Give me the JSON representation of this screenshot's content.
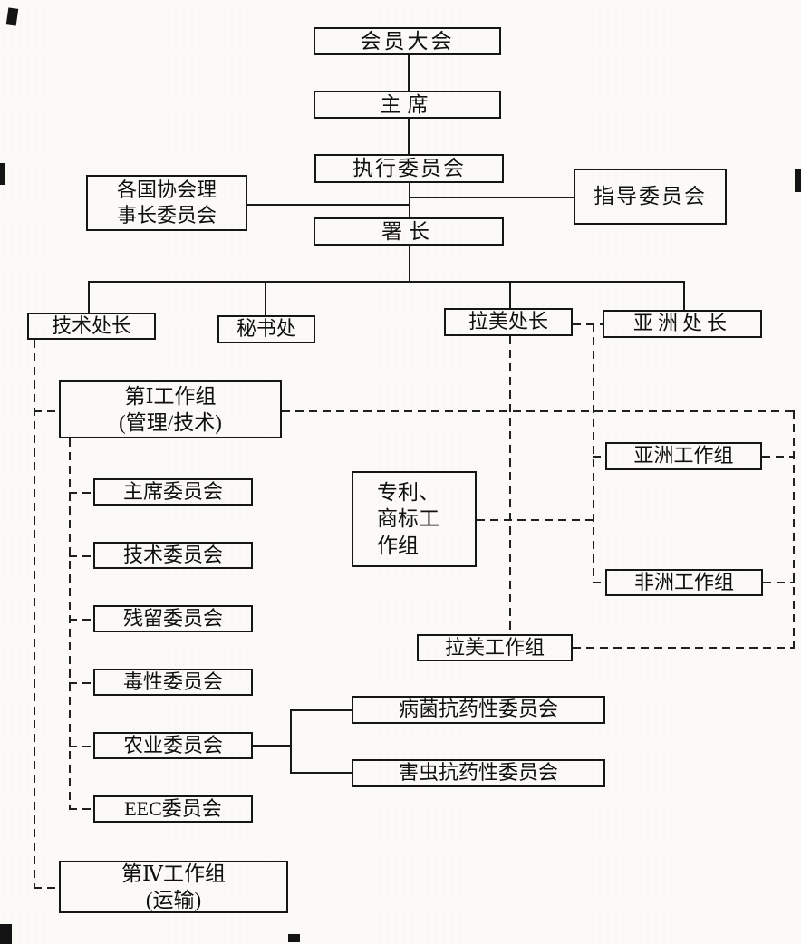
{
  "figure": {
    "type": "organization-chart",
    "background": "#fbfaf6",
    "line_color": "#191919",
    "box_border_color": "#161616",
    "text_color": "#101010"
  },
  "chart": {
    "nodes": {
      "member_assembly": {
        "label": "会员大会"
      },
      "chairman": {
        "label": "主席"
      },
      "executive_committee": {
        "label": "执行委员会"
      },
      "national_presidents_committee": {
        "label": "各国协会理\n事长委员会"
      },
      "steering_committee": {
        "label": "指导委员会"
      },
      "director_general": {
        "label": "署长"
      },
      "technical_director": {
        "label": "技术处长"
      },
      "secretariat": {
        "label": "秘书处"
      },
      "latin_america_director": {
        "label": "拉美处长"
      },
      "asia_director": {
        "label": "亚洲处长"
      },
      "working_group_1": {
        "label": "第Ⅰ工作组\n(管理/技术)"
      },
      "chairman_committee": {
        "label": "主席委员会"
      },
      "technical_committee": {
        "label": "技术委员会"
      },
      "residue_committee": {
        "label": "残留委员会"
      },
      "toxicity_committee": {
        "label": "毒性委员会"
      },
      "agriculture_committee": {
        "label": "农业委员会"
      },
      "eec_committee": {
        "label": "EEC委员会"
      },
      "working_group_4": {
        "label": "第Ⅳ工作组\n(运输)"
      },
      "patent_trademark_wg": {
        "label": "专利、\n商标工\n作组"
      },
      "latin_america_wg": {
        "label": "拉美工作组"
      },
      "asia_wg": {
        "label": "亚洲工作组"
      },
      "africa_wg": {
        "label": "非洲工作组"
      },
      "fungicide_resistance_committee": {
        "label": "病菌抗药性委员会"
      },
      "pest_resistance_committee": {
        "label": "害虫抗药性委员会"
      }
    },
    "edges": [
      {
        "from": "member_assembly",
        "to": "chairman",
        "style": "solid"
      },
      {
        "from": "chairman",
        "to": "executive_committee",
        "style": "solid"
      },
      {
        "from": "executive_committee",
        "to": "director_general",
        "style": "solid"
      },
      {
        "from": "national_presidents_committee",
        "to": "executive_committee",
        "style": "solid"
      },
      {
        "from": "steering_committee",
        "to": "executive_committee",
        "style": "solid"
      },
      {
        "from": "director_general",
        "to": "technical_director",
        "style": "solid"
      },
      {
        "from": "director_general",
        "to": "secretariat",
        "style": "solid"
      },
      {
        "from": "director_general",
        "to": "latin_america_director",
        "style": "solid"
      },
      {
        "from": "director_general",
        "to": "asia_director",
        "style": "solid"
      },
      {
        "from": "technical_director",
        "to": "working_group_1",
        "style": "dashed"
      },
      {
        "from": "technical_director",
        "to": "working_group_4",
        "style": "dashed"
      },
      {
        "from": "working_group_1",
        "to": "chairman_committee",
        "style": "dashed"
      },
      {
        "from": "working_group_1",
        "to": "technical_committee",
        "style": "dashed"
      },
      {
        "from": "working_group_1",
        "to": "residue_committee",
        "style": "dashed"
      },
      {
        "from": "working_group_1",
        "to": "toxicity_committee",
        "style": "dashed"
      },
      {
        "from": "working_group_1",
        "to": "agriculture_committee",
        "style": "dashed"
      },
      {
        "from": "working_group_1",
        "to": "eec_committee",
        "style": "dashed"
      },
      {
        "from": "working_group_1",
        "to": "asia_wg",
        "style": "dashed"
      },
      {
        "from": "working_group_1",
        "to": "africa_wg",
        "style": "dashed"
      },
      {
        "from": "working_group_1",
        "to": "latin_america_wg",
        "style": "dashed"
      },
      {
        "from": "latin_america_director",
        "to": "latin_america_wg",
        "style": "dashed"
      },
      {
        "from": "latin_america_director",
        "to": "asia_director",
        "style": "dashed"
      },
      {
        "from": "asia_director",
        "to": "asia_wg",
        "style": "dashed"
      },
      {
        "from": "asia_director",
        "to": "africa_wg",
        "style": "dashed"
      },
      {
        "from": "asia_director",
        "to": "patent_trademark_wg",
        "style": "dashed"
      },
      {
        "from": "agriculture_committee",
        "to": "fungicide_resistance_committee",
        "style": "solid"
      },
      {
        "from": "agriculture_committee",
        "to": "pest_resistance_committee",
        "style": "solid"
      }
    ]
  }
}
